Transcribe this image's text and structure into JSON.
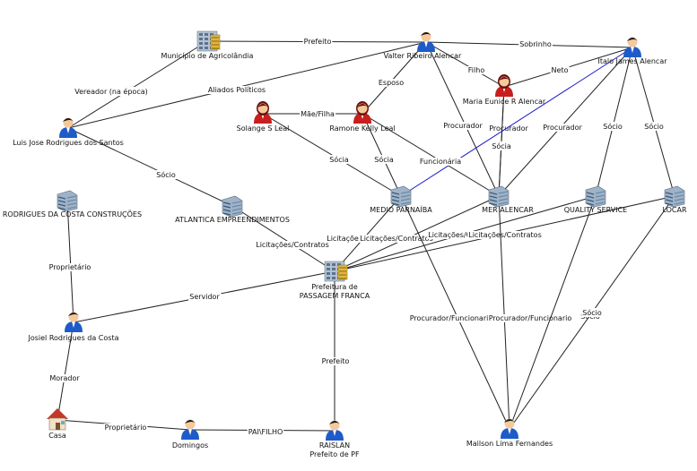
{
  "nodes": [
    {
      "id": "agricolandia",
      "kind": "government",
      "label": "Município de Agricolândia"
    },
    {
      "id": "valter",
      "kind": "person-male",
      "label": "Valter Ribeiro Alencar"
    },
    {
      "id": "italo",
      "kind": "person-male",
      "label": "Italo James Alencar"
    },
    {
      "id": "maria",
      "kind": "person-female",
      "label": "Maria Eunice R Alencar"
    },
    {
      "id": "solange",
      "kind": "person-female",
      "label": "Solange S Leal"
    },
    {
      "id": "ramone",
      "kind": "person-female",
      "label": "Ramone Kelly Leal"
    },
    {
      "id": "luis",
      "kind": "person-male",
      "label": "Luis Jose Rodrigues dos Santos"
    },
    {
      "id": "medio",
      "kind": "company",
      "label": "MEDIO PARNAÍBA"
    },
    {
      "id": "mer",
      "kind": "company",
      "label": "MER ALENCAR"
    },
    {
      "id": "quality",
      "kind": "company",
      "label": "QUALITY SERVICE"
    },
    {
      "id": "locar",
      "kind": "company",
      "label": "LOCAR"
    },
    {
      "id": "jrodrigues",
      "kind": "company",
      "label": "J RODRIGUES DA COSTA CONSTRUÇÕES"
    },
    {
      "id": "atlantica",
      "kind": "company",
      "label": "ATLANTICA EMPREENDIMENTOS"
    },
    {
      "id": "prefeitura",
      "kind": "government",
      "label": "Prefeitura de",
      "label2": "PASSAGEM FRANCA"
    },
    {
      "id": "josiel",
      "kind": "person-male",
      "label": "Josiel Rodrigues da Costa"
    },
    {
      "id": "casa",
      "kind": "house",
      "label": "Casa"
    },
    {
      "id": "domingos",
      "kind": "person-male",
      "label": "Domingos"
    },
    {
      "id": "raislan",
      "kind": "person-male",
      "label": "RAISLAN",
      "label2": "Prefeito de PF"
    },
    {
      "id": "mailson",
      "kind": "person-male",
      "label": "Mailson Lima Fernandes"
    }
  ],
  "edges": [
    {
      "from": "agricolandia",
      "to": "valter",
      "label": "Prefeito"
    },
    {
      "from": "valter",
      "to": "italo",
      "label": "Sobrinho"
    },
    {
      "from": "valter",
      "to": "maria",
      "label": "Filho"
    },
    {
      "from": "italo",
      "to": "maria",
      "label": "Neto"
    },
    {
      "from": "agricolandia",
      "to": "luis",
      "label": "Vereador (na época)"
    },
    {
      "from": "valter",
      "to": "luis",
      "label": "Aliados Políticos"
    },
    {
      "from": "valter",
      "to": "ramone",
      "label": "Esposo"
    },
    {
      "from": "solange",
      "to": "ramone",
      "label": "Mãe/Filha"
    },
    {
      "from": "valter",
      "to": "mer",
      "label": "Procurador"
    },
    {
      "from": "maria",
      "to": "mer",
      "label": "Procurador"
    },
    {
      "from": "italo",
      "to": "medio",
      "label": "",
      "color": "#1a1acc"
    },
    {
      "from": "italo",
      "to": "mer",
      "label": "Procurador"
    },
    {
      "from": "italo",
      "to": "quality",
      "label": "Sócio"
    },
    {
      "from": "italo",
      "to": "locar",
      "label": "Sócio"
    },
    {
      "from": "solange",
      "to": "medio",
      "label": "Sócia"
    },
    {
      "from": "ramone",
      "to": "medio",
      "label": "Sócia"
    },
    {
      "from": "ramone",
      "to": "mer",
      "label": "Funcionária"
    },
    {
      "from": "maria",
      "to": "mer",
      "label": "Sócia"
    },
    {
      "from": "luis",
      "to": "atlantica",
      "label": "Sócio"
    },
    {
      "from": "atlantica",
      "to": "prefeitura",
      "label": "Licitações/Contratos"
    },
    {
      "from": "medio",
      "to": "prefeitura",
      "label": "Licitações/Contratos"
    },
    {
      "from": "mer",
      "to": "prefeitura",
      "label": "Licitações/Contratos"
    },
    {
      "from": "quality",
      "to": "prefeitura",
      "label": "Licitações/Contratos"
    },
    {
      "from": "locar",
      "to": "prefeitura",
      "label": "Licitações/Contratos"
    },
    {
      "from": "jrodrigues",
      "to": "josiel",
      "label": "Proprietário"
    },
    {
      "from": "prefeitura",
      "to": "josiel",
      "label": "Servidor"
    },
    {
      "from": "josiel",
      "to": "casa",
      "label": "Morador"
    },
    {
      "from": "casa",
      "to": "domingos",
      "label": "Proprietário"
    },
    {
      "from": "domingos",
      "to": "raislan",
      "label": "PAI\\FILHO"
    },
    {
      "from": "prefeitura",
      "to": "raislan",
      "label": "Prefeito"
    },
    {
      "from": "medio",
      "to": "mailson",
      "label": "Procurador/Funcionario"
    },
    {
      "from": "mer",
      "to": "mailson",
      "label": "Procurador/Funcionario"
    },
    {
      "from": "quality",
      "to": "mailson",
      "label": "Sócio"
    },
    {
      "from": "locar",
      "to": "mailson",
      "label": "Sócio"
    }
  ]
}
